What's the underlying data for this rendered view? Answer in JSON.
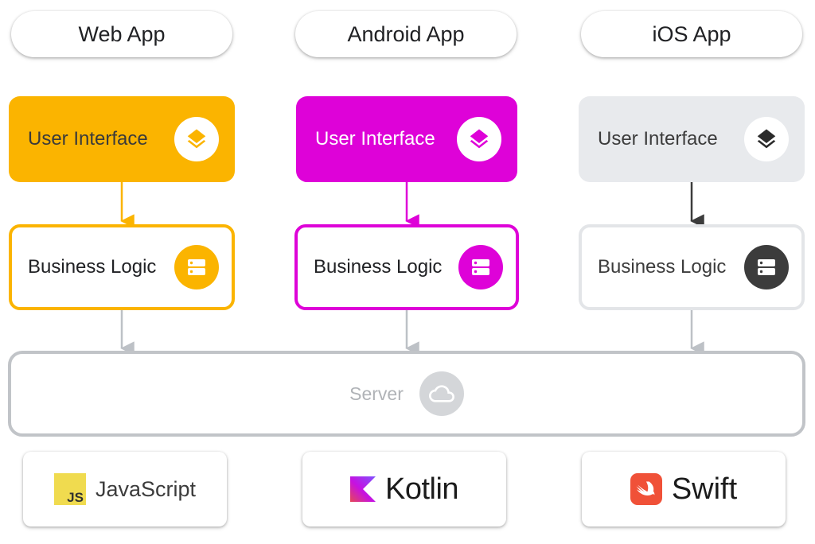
{
  "platforms": [
    {
      "label": "Web App"
    },
    {
      "label": "Android App"
    },
    {
      "label": "iOS App"
    }
  ],
  "layers": {
    "ui_label": "User Interface",
    "business_label": "Business Logic",
    "server_label": "Server"
  },
  "languages": {
    "javascript": {
      "badge": "JS",
      "label": "JavaScript"
    },
    "kotlin": {
      "label": "Kotlin"
    },
    "swift": {
      "label": "Swift"
    }
  },
  "colors": {
    "web": "#fbb400",
    "android": "#de02d8",
    "ios_ui_bg": "#e8eaed",
    "ios_dark": "#3c3c3c",
    "ios_border": "#e3e5e8",
    "server_border": "#c1c4c8",
    "server_text": "#b0b3b7",
    "gray_arrow": "#bdc1c6",
    "js_yellow": "#f0db4f",
    "swift_orange": "#f05138"
  },
  "icons": {
    "ui": "layers-icon",
    "business": "storage-icon",
    "server": "cloud-icon"
  }
}
